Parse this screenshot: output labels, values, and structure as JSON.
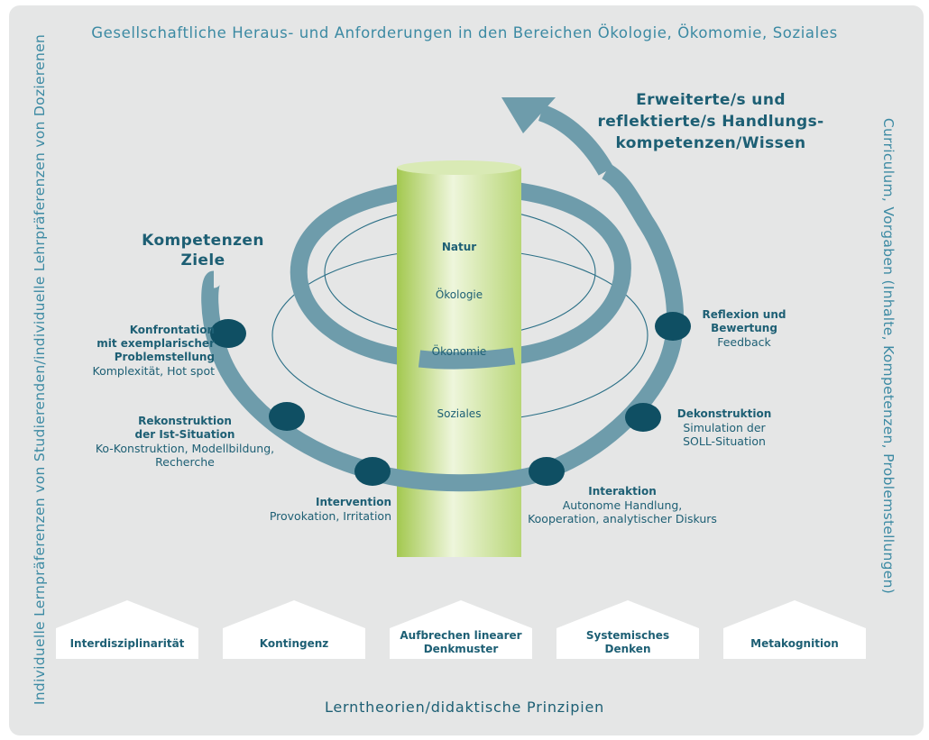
{
  "header": {
    "title": "Gesellschaftliche Heraus- und Anforderungen in den Bereichen Ökologie, Ökomomie, Soziales"
  },
  "footer": {
    "title": "Lerntheorien/didaktische Prinzipien"
  },
  "left_side": {
    "text": "Individuelle Lernpräferenzen von Studierenden/individuelle Lehrpräferenzen von Dozierenen"
  },
  "right_side": {
    "text": "Curriculum, Vorgaben (Inhalte, Kompetenzen, Problemstellungen)"
  },
  "goals": {
    "line1": "Kompetenzen",
    "line2": "Ziele"
  },
  "result": {
    "line1": "Erweiterte/s und",
    "line2": "reflektierte/s Handlungs-",
    "line3": "kompetenzen/Wissen"
  },
  "column": {
    "labels": [
      "Natur",
      "Ökologie",
      "Ökonomie",
      "Soziales"
    ]
  },
  "stations": [
    {
      "title": "Konfrontation\nmit exemplarischer\nProblemstellung",
      "detail": "Komplexität, Hot spot"
    },
    {
      "title": "Rekonstruktion\nder Ist-Situation",
      "detail": "Ko-Konstruktion, Modellbildung,\nRecherche"
    },
    {
      "title": "Intervention",
      "detail": "Provokation, Irritation"
    },
    {
      "title": "Interaktion",
      "detail": "Autonome Handlung,\nKooperation, analytischer Diskurs"
    },
    {
      "title": "Dekonstruktion",
      "detail": "Simulation der\nSOLL-Situation"
    },
    {
      "title": "Reflexion und\nBewertung",
      "detail": "Feedback"
    }
  ],
  "principles": [
    "Interdisziplinarität",
    "Kontingenz",
    "Aufbrechen linearer\nDenkmuster",
    "Systemisches\nDenken",
    "Metakognition"
  ],
  "colors": {
    "panel": "#e5e6e6",
    "spiral": "#6e9cab",
    "node": "#0f4f63",
    "text": "#1d5f74",
    "column_light": "#eef6dc",
    "column_dark": "#a3c84f"
  }
}
